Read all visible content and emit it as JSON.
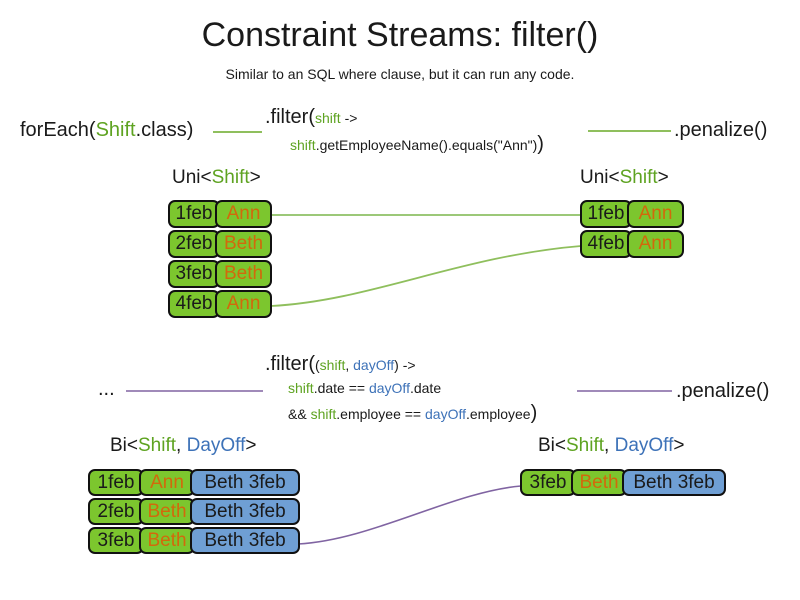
{
  "title": "Constraint Streams: filter()",
  "subtitle": "Similar to an SQL where clause, but it can run any code.",
  "colors": {
    "cell_green": "#7cc62e",
    "cell_blue": "#6f9fd4",
    "code_green": "#5ea321",
    "code_blue": "#3d72b8",
    "name_orange": "#d2690c",
    "line_green": "#8fbf5d",
    "line_purple": "#8064a2"
  },
  "section1": {
    "source": {
      "pre": "forEach(",
      "type": "Shift",
      "post": ".class)"
    },
    "filter": {
      "fn": ".filter(",
      "param": "shift",
      "arrow": " ->",
      "body_param": "shift",
      "body": ".getEmployeeName().equals(\"Ann\")",
      "close": ")"
    },
    "penalize": ".penalize()",
    "stream_label": {
      "pre": "Uni<",
      "type": "Shift",
      "post": ">"
    },
    "left_table": {
      "rows": [
        {
          "date": "1feb",
          "name": "Ann"
        },
        {
          "date": "2feb",
          "name": "Beth"
        },
        {
          "date": "3feb",
          "name": "Beth"
        },
        {
          "date": "4feb",
          "name": "Ann"
        }
      ]
    },
    "right_table": {
      "rows": [
        {
          "date": "1feb",
          "name": "Ann"
        },
        {
          "date": "4feb",
          "name": "Ann"
        }
      ]
    }
  },
  "section2": {
    "source": "...",
    "filter": {
      "fn": ".filter(",
      "open": "(",
      "param1": "shift",
      "sep": ", ",
      "param2": "dayOff",
      "close_params": ")",
      "arrow": " ->",
      "line2": {
        "p1": "shift",
        "op1": ".date == ",
        "p2": "dayOff",
        "op2": ".date"
      },
      "line3": {
        "pre": "&& ",
        "p1": "shift",
        "op1": ".employee == ",
        "p2": "dayOff",
        "op2": ".employee",
        "close": ")"
      }
    },
    "penalize": ".penalize()",
    "stream_label": {
      "pre": "Bi<",
      "type1": "Shift",
      "sep": ", ",
      "type2": "DayOff",
      "post": ">"
    },
    "left_table": {
      "rows": [
        {
          "date": "1feb",
          "name": "Ann",
          "pair": "Beth 3feb"
        },
        {
          "date": "2feb",
          "name": "Beth",
          "pair": "Beth 3feb"
        },
        {
          "date": "3feb",
          "name": "Beth",
          "pair": "Beth 3feb"
        }
      ]
    },
    "right_table": {
      "rows": [
        {
          "date": "3feb",
          "name": "Beth",
          "pair": "Beth 3feb"
        }
      ]
    }
  }
}
